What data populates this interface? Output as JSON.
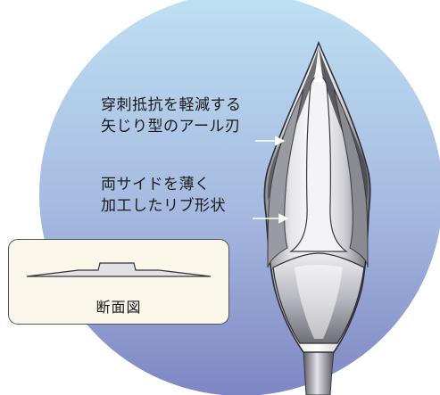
{
  "annotations": {
    "blade": {
      "line1": "穿刺抵抗を軽減する",
      "line2": "矢じり型のアール刃"
    },
    "rib": {
      "line1": "両サイドを薄く",
      "line2": "加工したリブ形状"
    }
  },
  "inset": {
    "label": "断面図"
  },
  "colors": {
    "backdrop_top": "#b9dcf0",
    "backdrop_bottom": "#7f87c4",
    "metal_light": "#f6f6f8",
    "metal_dark": "#5a5a60",
    "inset_fill": "#fbf7ea"
  }
}
